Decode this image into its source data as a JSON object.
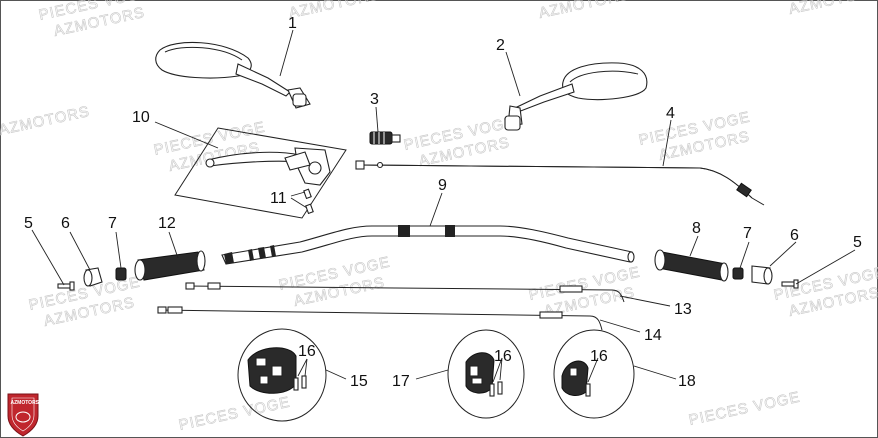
{
  "labels": {
    "p1": "1",
    "p2": "2",
    "p3": "3",
    "p4": "4",
    "p5a": "5",
    "p5b": "5",
    "p6a": "6",
    "p6b": "6",
    "p7a": "7",
    "p7b": "7",
    "p8": "8",
    "p9": "9",
    "p10": "10",
    "p11": "11",
    "p12": "12",
    "p13": "13",
    "p14": "14",
    "p15": "15",
    "p16a": "16",
    "p16b": "16",
    "p16c": "16",
    "p17": "17",
    "p18": "18"
  },
  "watermark": {
    "line1": "PIECES VOGE",
    "line2": "AZMOTORS"
  },
  "logo": {
    "text": "AZMOTORS",
    "color": "#c0262d"
  }
}
